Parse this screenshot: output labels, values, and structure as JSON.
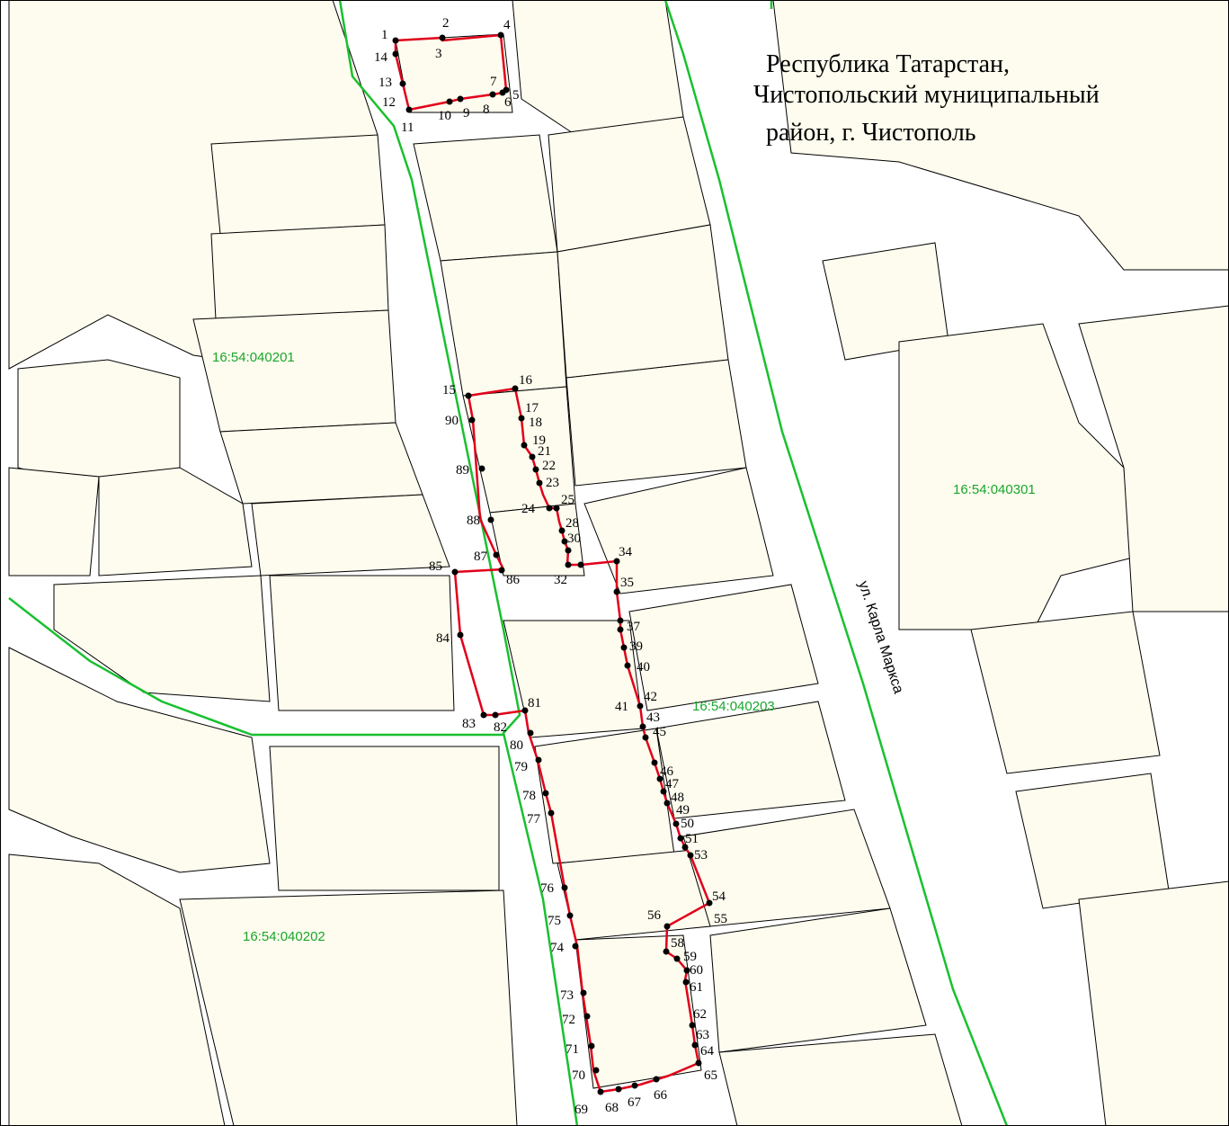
{
  "map": {
    "title_lines": [
      "Республика Татарстан,",
      "Чистопольский муниципальный",
      "район, г. Чистополь"
    ],
    "street_label": "ул. Карла Маркса",
    "cadastral_blocks": [
      "16:54:040201",
      "16:54:040301",
      "16:54:040203",
      "16:54:040202"
    ],
    "point_labels": [
      "1",
      "2",
      "3",
      "4",
      "5",
      "6",
      "7",
      "8",
      "9",
      "10",
      "11",
      "12",
      "13",
      "14",
      "15",
      "16",
      "17",
      "18",
      "19",
      "21",
      "22",
      "23",
      "24",
      "25",
      "28",
      "30",
      "32",
      "34",
      "35",
      "37",
      "39",
      "40",
      "41",
      "42",
      "43",
      "45",
      "46",
      "47",
      "48",
      "49",
      "50",
      "51",
      "53",
      "54",
      "55",
      "56",
      "58",
      "59",
      "60",
      "61",
      "62",
      "63",
      "64",
      "65",
      "66",
      "67",
      "68",
      "69",
      "70",
      "71",
      "72",
      "73",
      "74",
      "75",
      "76",
      "77",
      "78",
      "79",
      "80",
      "81",
      "82",
      "83",
      "84",
      "85",
      "86",
      "87",
      "88",
      "89",
      "90"
    ],
    "colors": {
      "parcel_fill": "#fefcee",
      "block_boundary": "#19c02f",
      "site_boundary": "#e1001a",
      "cadastral_text": "#19a62b"
    }
  }
}
